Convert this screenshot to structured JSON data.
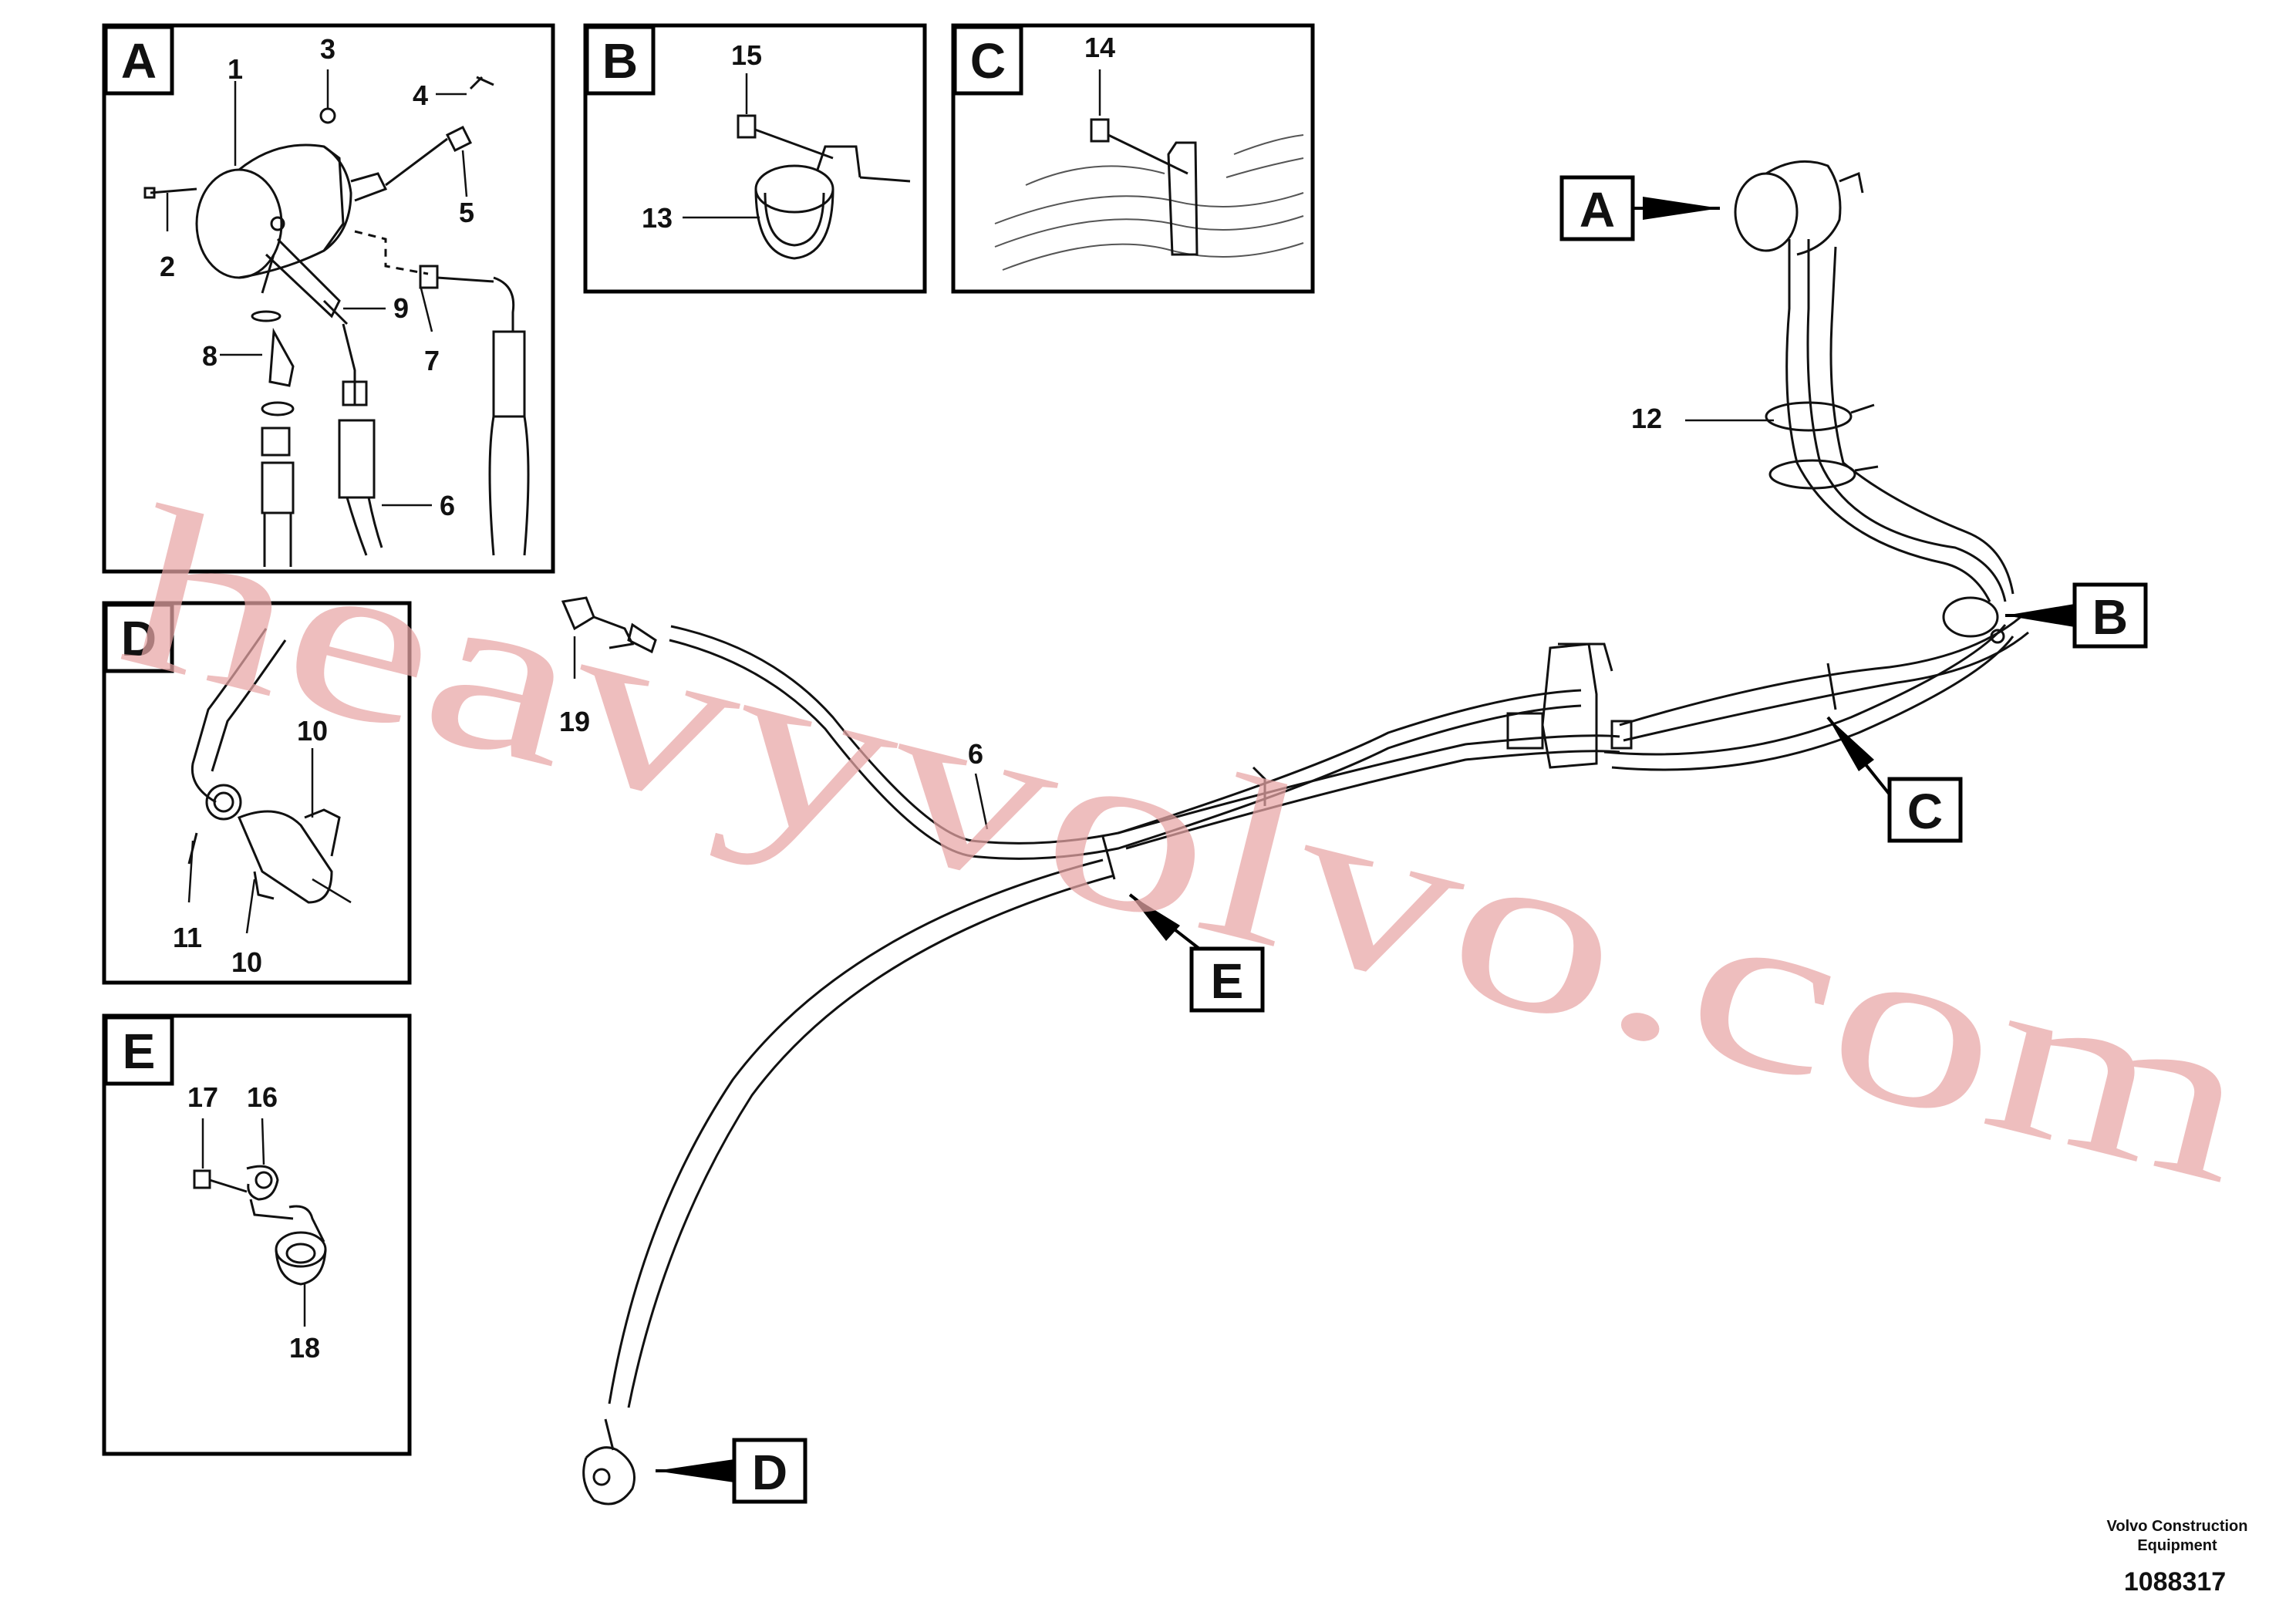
{
  "panels": {
    "A": {
      "letter": "A",
      "callouts": [
        "1",
        "2",
        "3",
        "4",
        "5",
        "6",
        "7",
        "8",
        "9"
      ]
    },
    "B": {
      "letter": "B",
      "callouts": [
        "13",
        "15"
      ]
    },
    "C": {
      "letter": "C",
      "callouts": [
        "14"
      ]
    },
    "D": {
      "letter": "D",
      "callouts": [
        "10",
        "11",
        "10"
      ]
    },
    "E": {
      "letter": "E",
      "callouts": [
        "16",
        "17",
        "18"
      ]
    }
  },
  "main_view": {
    "reference_tags": [
      "A",
      "B",
      "C",
      "D",
      "E"
    ],
    "callouts": [
      "6",
      "12",
      "19"
    ]
  },
  "watermark": "heavyvolvo.com",
  "footer": {
    "company_line1": "Volvo Construction",
    "company_line2": "Equipment",
    "drawing_number": "1088317"
  }
}
